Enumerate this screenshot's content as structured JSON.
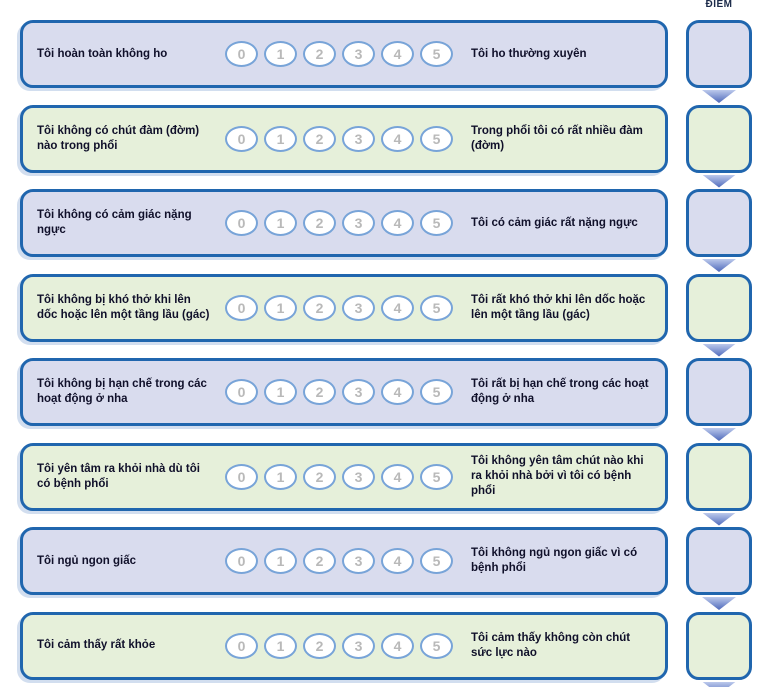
{
  "header": {
    "score_label": "ĐIỂM"
  },
  "scale": {
    "options": [
      "0",
      "1",
      "2",
      "3",
      "4",
      "5"
    ]
  },
  "colors": {
    "row_blue": "#d9dcee",
    "row_green": "#e6f0da",
    "border_blue": "#2066ae",
    "bubble_border": "#78a4d8",
    "bubble_number": "#b9b9b9",
    "arrow": "#4d68ba",
    "text": "#10102a"
  },
  "rows": [
    {
      "variant": "blue",
      "left": "Tôi hoàn toàn không ho",
      "right": "Tôi ho thường xuyên"
    },
    {
      "variant": "green",
      "left": "Tôi không có chút đàm (đờm) nào trong phổi",
      "right": "Trong phổi tôi có rất nhiều đàm (đờm)"
    },
    {
      "variant": "blue",
      "left": "Tôi không có cảm giác nặng ngực",
      "right": "Tôi có cảm giác rất nặng ngực"
    },
    {
      "variant": "green",
      "left": "Tôi không bị khó thở khi lên dốc hoặc lên một tầng lầu (gác)",
      "right": "Tôi rất khó thở khi lên dốc hoặc lên một tầng lầu (gác)"
    },
    {
      "variant": "blue",
      "left": "Tôi không bị hạn chế trong các hoạt động ở nha",
      "right": "Tôi rất bị hạn chế trong các hoạt động ở nha"
    },
    {
      "variant": "green",
      "left": "Tôi yên tâm ra khỏi nhà dù tôi có bệnh phổi",
      "right": "Tôi không yên tâm chút nào khi ra khỏi nhà bởi vì tôi có bệnh phổi"
    },
    {
      "variant": "blue",
      "left": "Tôi ngủ ngon giấc",
      "right": "Tôi không ngủ ngon giấc vì có bệnh phổi"
    },
    {
      "variant": "green",
      "left": "Tôi cảm thấy rất khỏe",
      "right": "Tôi cảm thấy không còn chút sức lực nào"
    }
  ]
}
